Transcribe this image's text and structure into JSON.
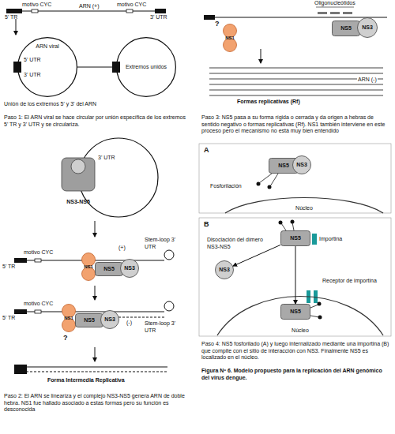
{
  "diagram": {
    "caption": "Figura Nº 6. Modelo propuesto para la replicación del ARN genómico del virus dengue.",
    "nodes": [
      {
        "text": [
          "ARN viral"
        ]
      },
      {
        "text": [
          "Extremos unidos"
        ]
      },
      {
        "text": [
          "NS1"
        ]
      },
      {
        "text": [
          "NS5"
        ]
      },
      {
        "text": [
          "NS3"
        ]
      },
      {
        "text": [
          "NS3-NS5"
        ]
      },
      {
        "text": [
          "NS1"
        ]
      },
      {
        "text": [
          "NS5"
        ]
      },
      {
        "text": [
          "NS3"
        ]
      },
      {
        "text": [
          "NS1"
        ]
      },
      {
        "text": [
          "NS5"
        ]
      },
      {
        "text": [
          "NS3"
        ]
      },
      {
        "text": [
          "NS5"
        ]
      },
      {
        "text": [
          "NS3"
        ]
      },
      {
        "text": [
          "Núcleo"
        ]
      },
      {
        "text": [
          "NS5"
        ]
      },
      {
        "text": [
          "NS3"
        ]
      },
      {
        "text": [
          "Núcleo"
        ]
      },
      {
        "text": [
          "NS5"
        ],
        "in": 17
      }
    ],
    "edges": [
      {
        "from": 0,
        "to": 1,
        "arrow": "to"
      },
      {
        "from": 15,
        "to": 16,
        "label": "Disociación del dímero NS3-NS5",
        "arrow": "to"
      },
      {
        "from": 15,
        "to": 18,
        "arrow": "to"
      }
    ],
    "labels": [
      "motivo CYC",
      "5' TR",
      "ARN (+)",
      "motivo CYC",
      "3' UTR",
      "5' UTR",
      "3' UTR",
      "Unión de los extremos 5' y 3' del ARN",
      "Paso 1: El ARN viral se hace circular por unión específica de los extremos 5' TR y 3' UTR y se circulariza.",
      "?",
      "Oligonucleótidos",
      "ARN (-)",
      "Formas replicativas (Rf)",
      "Paso 3: NS5 pasa a su forma rígida o cerrada y da origen a hebras de sentido negativo o formas replicativas (Rf). NS1 también interviene en este proceso pero el mecanismo no está muy bien entendido",
      "3' UTR",
      "motivo CYC",
      "5' TR",
      "(+)",
      "Stem-loop 3' UTR",
      "motivo CYC",
      "5' TR",
      "(-)",
      "Stem-loop 3' UTR",
      "?",
      "Forma Intermedia Replicativa",
      "Paso 2: El ARN se lineariza y el complejo NS3-NS5 genera ARN de doble hebra. NS1 fue hallado asociado a estas formas pero su función es desconocida",
      "A",
      "Fosforilación",
      "B",
      "Importina",
      "Receptor de importina",
      "Paso 4: NS5 fosforilado (A) y luego internalizado mediante una importina (B) que compite con el sitio de interacción con NS3. Finalmente NS5 es localizado en el núcleo."
    ]
  }
}
